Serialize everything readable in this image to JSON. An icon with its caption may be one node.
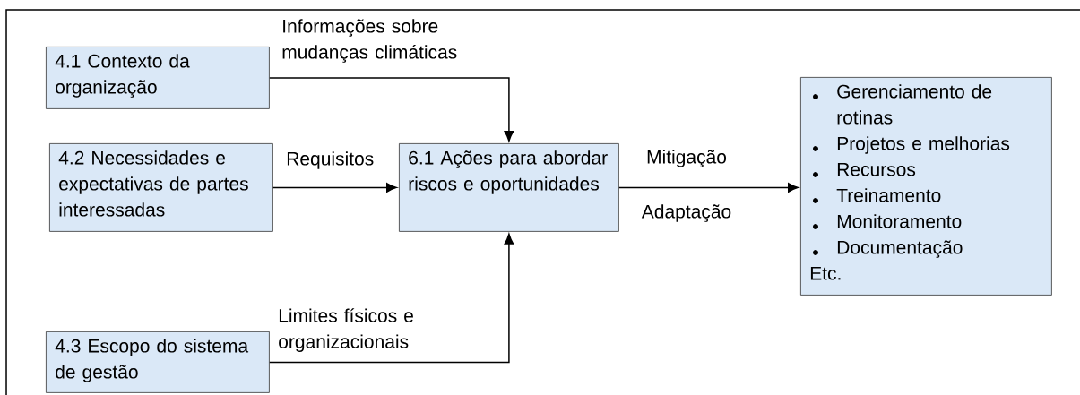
{
  "diagram": {
    "nodes": [
      {
        "text": [
          "4.1 Contexto da organização"
        ]
      },
      {
        "text": [
          "4.2 Necessidades e expectativas de partes interessadas"
        ]
      },
      {
        "text": [
          "6.1 Ações para abordar riscos e oportunidades"
        ]
      },
      {
        "text": [
          "4.3 Escopo do sistema de gestão"
        ]
      },
      {
        "text": [
          "Gerenciamento de rotinas",
          "Projetos e melhorias",
          "Recursos",
          "Treinamento",
          "Monitoramento",
          "Documentação",
          "Etc."
        ]
      }
    ],
    "edges": [
      {
        "from": 0,
        "to": 2,
        "arrow": "to",
        "label": "Informações sobre mudanças climáticas"
      },
      {
        "from": 1,
        "to": 2,
        "arrow": "to",
        "label": "Requisitos"
      },
      {
        "from": 3,
        "to": 2,
        "arrow": "to",
        "label": "Limites físicos e organizacionais"
      },
      {
        "from": 2,
        "to": 4,
        "arrow": "to",
        "label": "Mitigação"
      }
    ],
    "labels": [
      "Adaptação"
    ]
  }
}
